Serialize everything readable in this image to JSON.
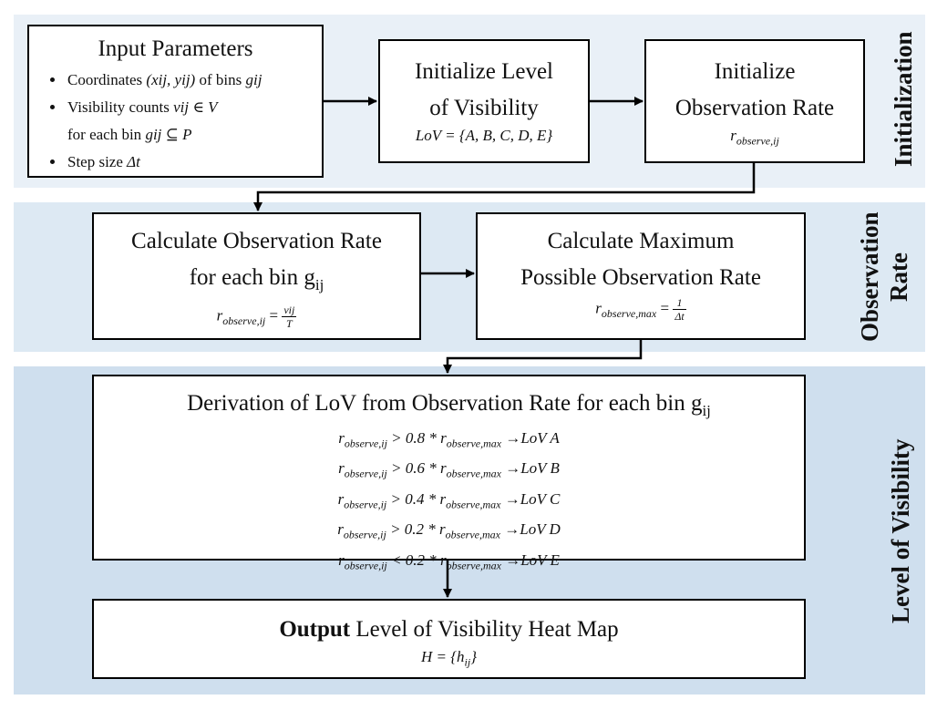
{
  "sections": {
    "initialization": "Initialization",
    "observation_rate_line1": "Observation",
    "observation_rate_line2": "Rate",
    "level_of_visibility": "Level of Visibility"
  },
  "input_box": {
    "title": "Input Parameters",
    "items": [
      {
        "pre": "Coordinates ",
        "em": "(xij, yij)",
        "post": " of bins ",
        "em2": "gij"
      },
      {
        "pre": "Visibility counts ",
        "em": "vij ∈ V"
      },
      {
        "pre": "for each bin ",
        "em": "gij ⊆ P"
      },
      {
        "pre": "Step size ",
        "em": "Δt"
      }
    ]
  },
  "init_lov_box": {
    "title_line1": "Initialize Level",
    "title_line2": "of Visibility",
    "sub": "LoV = {A, B, C, D, E}"
  },
  "init_obs_box": {
    "title_line1": "Initialize",
    "title_line2": "Observation Rate",
    "sub_main": "r",
    "sub_script": "observe,ij"
  },
  "calc_obs_box": {
    "title_line1": "Calculate Observation Rate",
    "title_line2": "for each bin g",
    "title_sub": "ij",
    "formula_r": "r",
    "formula_script": "observe,ij",
    "formula_eq": " = ",
    "formula_num": "vij",
    "formula_den": "T"
  },
  "calc_max_box": {
    "title_line1": "Calculate Maximum",
    "title_line2": "Possible Observation Rate",
    "formula_r": "r",
    "formula_script": "observe,max",
    "formula_eq": " = ",
    "formula_num": "1",
    "formula_den": "Δt"
  },
  "derivation_box": {
    "title": "Derivation of LoV from Observation Rate for each bin g",
    "title_sub": "ij",
    "rules": [
      {
        "op": " > 0.8 * ",
        "result": "LoV A"
      },
      {
        "op": " > 0.6 * ",
        "result": "LoV B"
      },
      {
        "op": " > 0.4 * ",
        "result": "LoV C"
      },
      {
        "op": " > 0.2 * ",
        "result": "LoV D"
      },
      {
        "op": " < 0.2 * ",
        "result": "LoV E"
      }
    ],
    "r_main": "r",
    "r_left_script": "observe,ij",
    "r_right_script": "observe,max",
    "arrow": "→"
  },
  "output_box": {
    "bold": "Output",
    "rest": " Level of Visibility Heat Map",
    "sub": "H = {h",
    "sub_script": "ij",
    "sub_end": "}"
  }
}
